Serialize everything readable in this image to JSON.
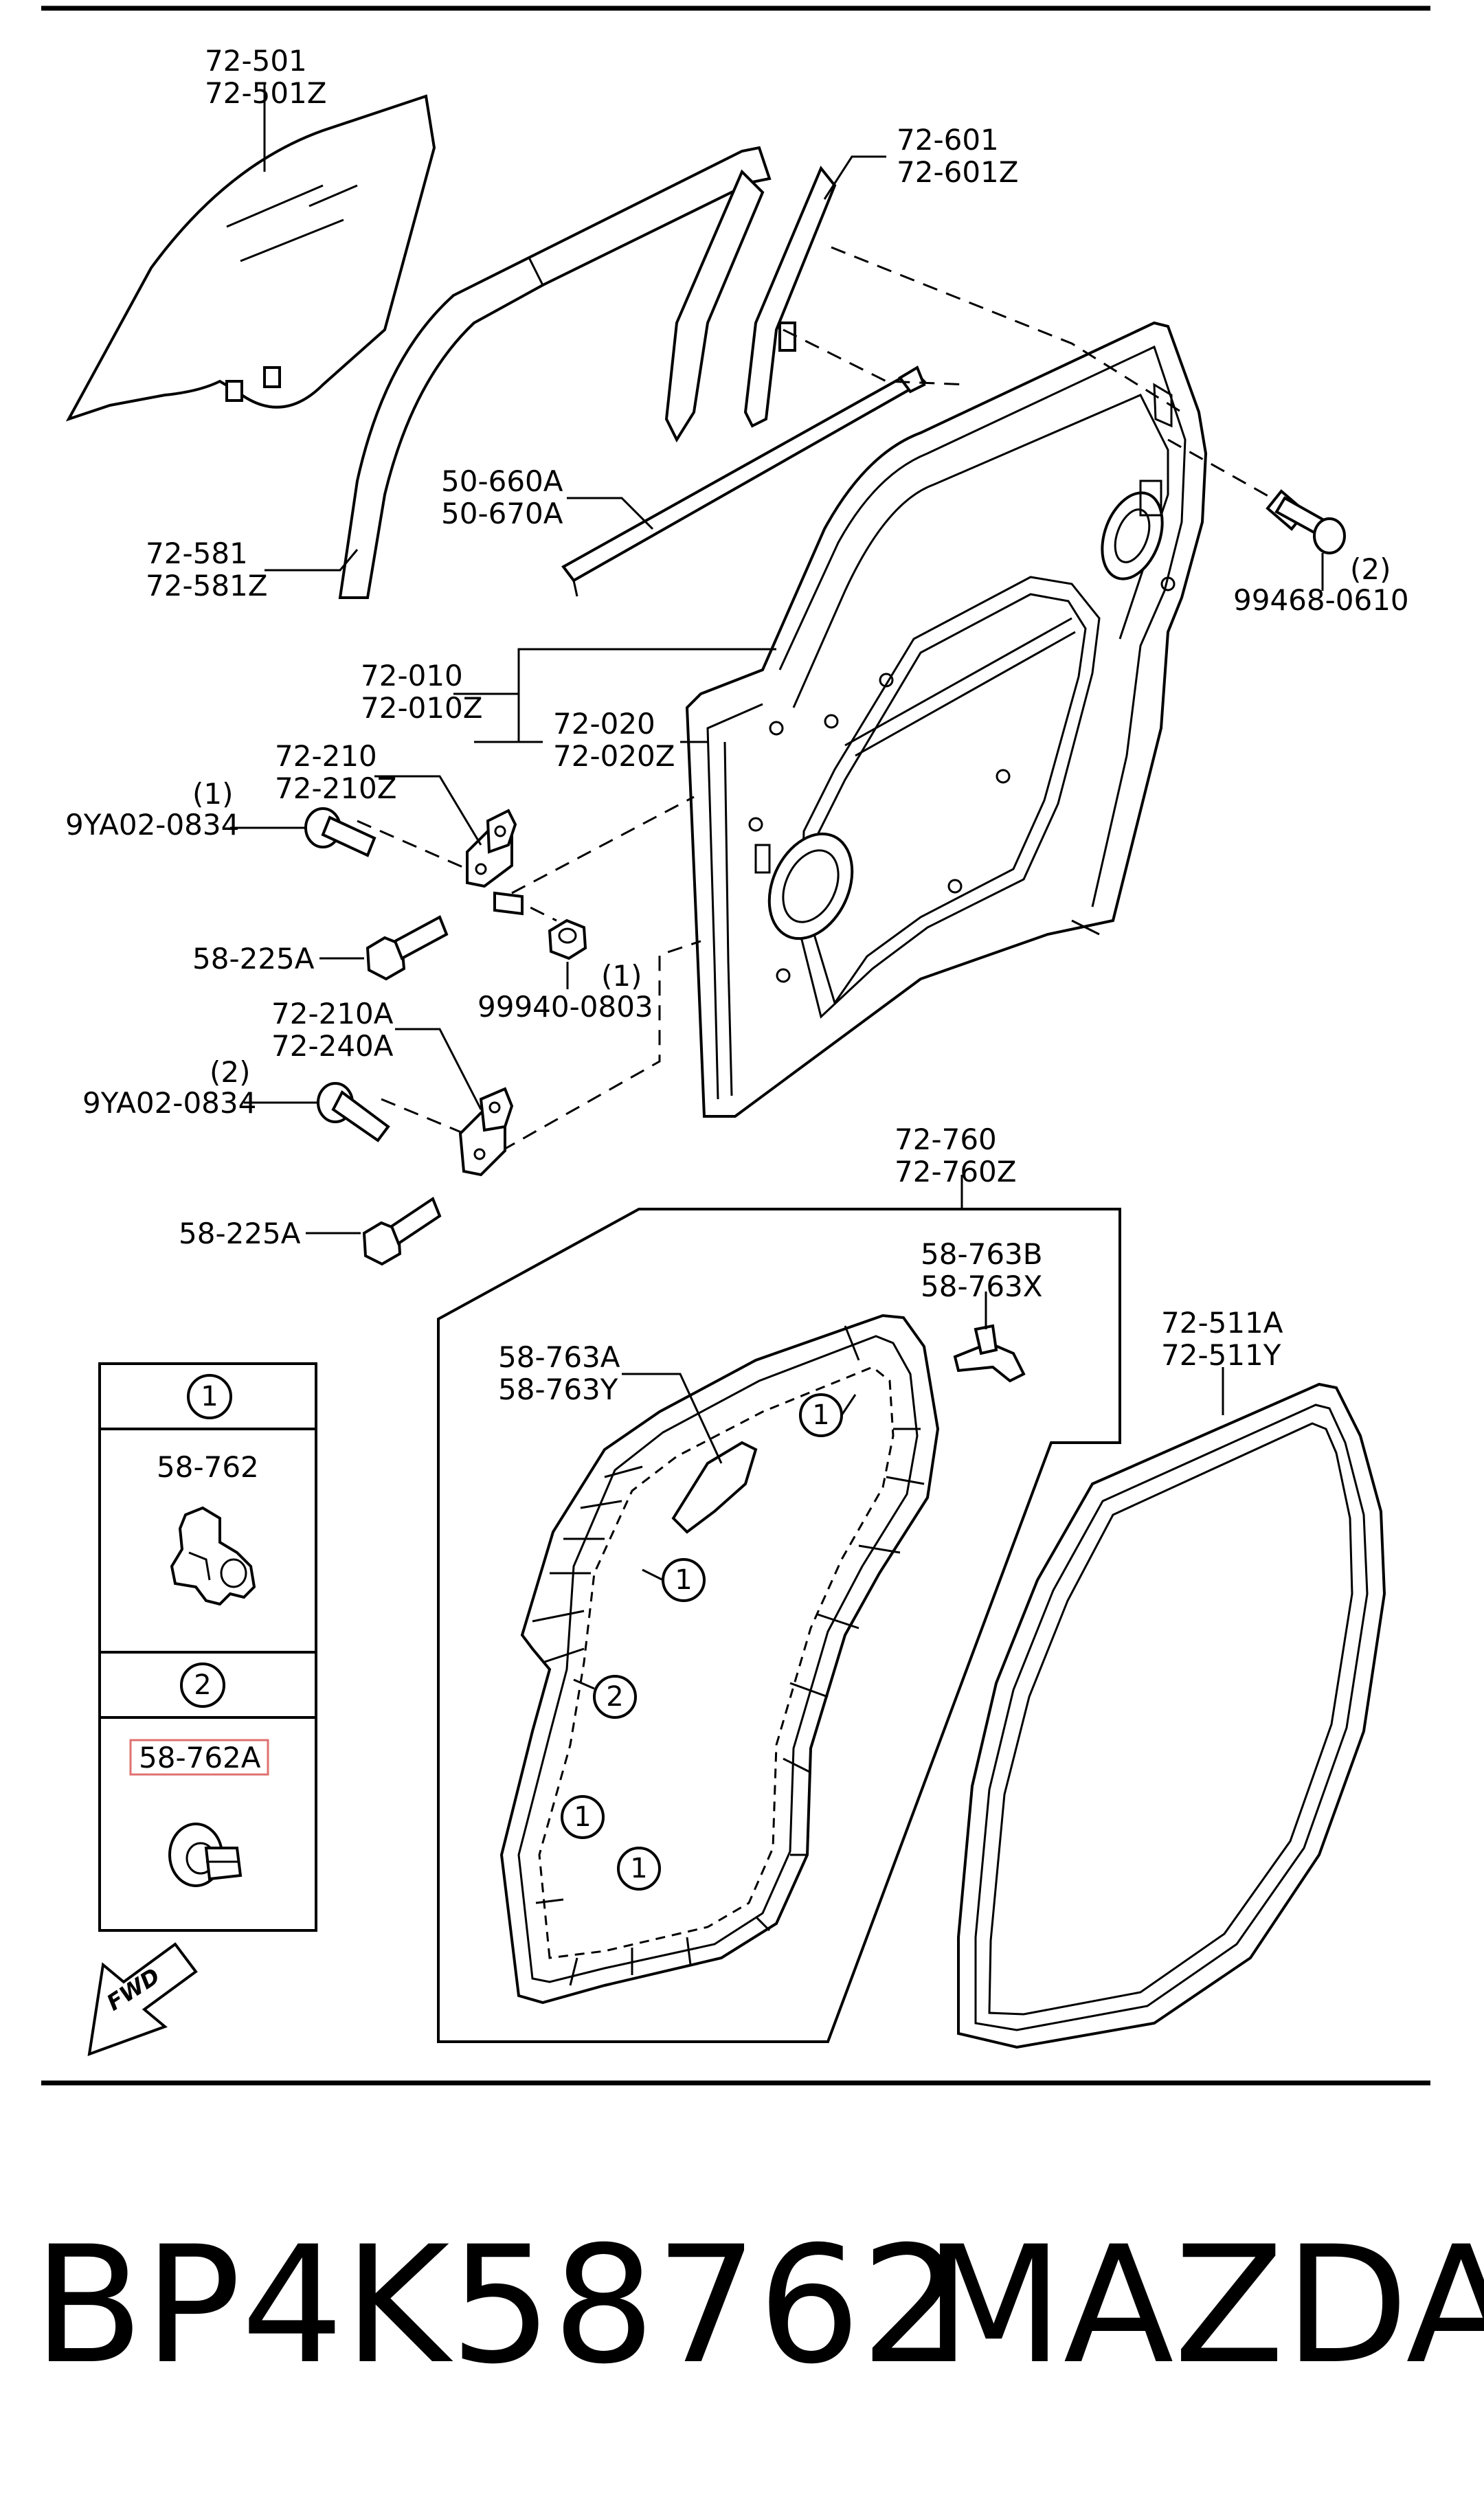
{
  "labels": {
    "l_72_501": "72-501",
    "l_72_501z": "72-501Z",
    "l_72_601": "72-601",
    "l_72_601z": "72-601Z",
    "l_50_660a": "50-660A",
    "l_50_670a": "50-670A",
    "l_72_581": "72-581",
    "l_72_581z": "72-581Z",
    "l_99468_qty": "(2)",
    "l_99468": "99468-0610",
    "l_72_010": "72-010",
    "l_72_010z": "72-010Z",
    "l_72_020": "72-020",
    "l_72_020z": "72-020Z",
    "l_72_210": "72-210",
    "l_72_210z": "72-210Z",
    "l_9ya02_a_qty": "(1)",
    "l_9ya02_a": "9YA02-0834",
    "l_58_225a_a": "58-225A",
    "l_99940_qty": "(1)",
    "l_99940": "99940-0803",
    "l_72_210a": "72-210A",
    "l_72_240a": "72-240A",
    "l_9ya02_b_qty": "(2)",
    "l_9ya02_b": "9YA02-0834",
    "l_58_225a_b": "58-225A",
    "l_72_760": "72-760",
    "l_72_760z": "72-760Z",
    "l_58_763b": "58-763B",
    "l_58_763x": "58-763X",
    "l_58_763a": "58-763A",
    "l_58_763y": "58-763Y",
    "l_72_511a": "72-511A",
    "l_72_511y": "72-511Y"
  },
  "legend": {
    "clip_one_number": "1",
    "clip_one_part": "58-762",
    "clip_two_number": "2",
    "clip_two_part": "58-762A"
  },
  "callouts": {
    "c1": "1",
    "c2": "1",
    "c3": "2",
    "c4": "1",
    "c5": "1"
  },
  "fwd_text": "FWD",
  "highlight_color": "#e07070",
  "caption": {
    "part_number": "BP4K58762",
    "brand": "MAZDA"
  }
}
